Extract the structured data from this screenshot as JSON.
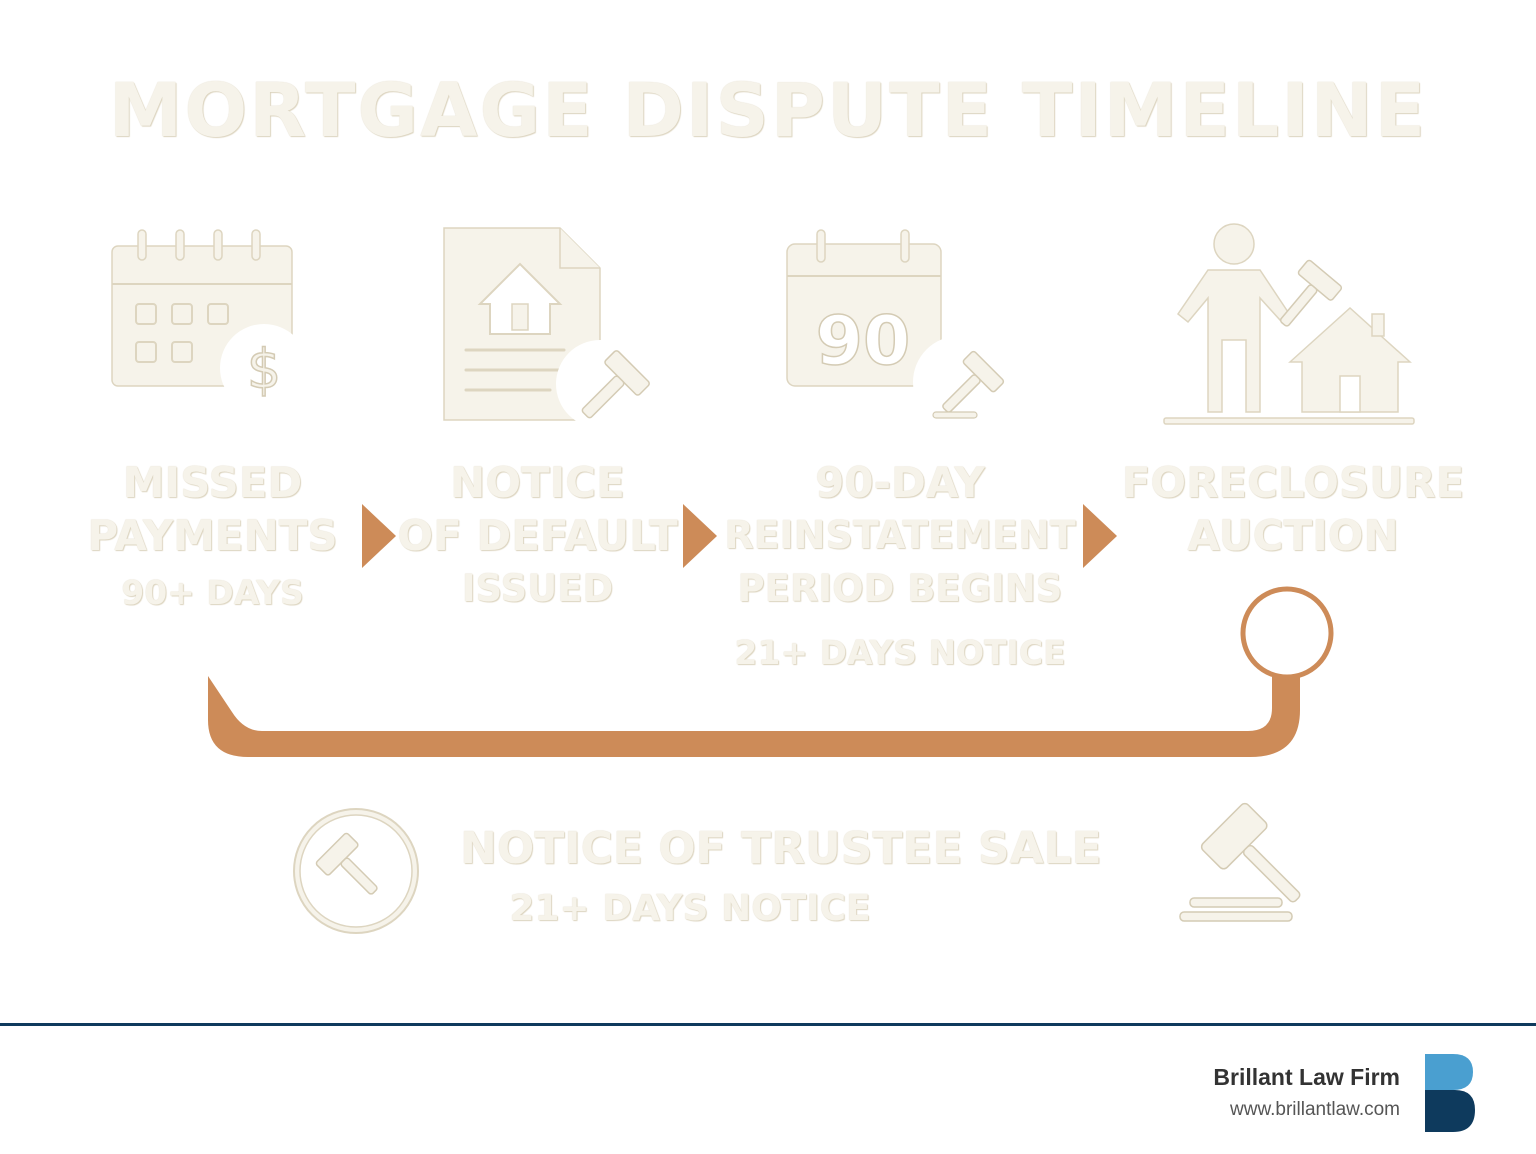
{
  "title": "MORTGAGE DISPUTE TIMELINE",
  "steps": [
    {
      "line1": "MISSED",
      "line2": "PAYMENTS",
      "line3": "",
      "sub": "90+ DAYS",
      "icon": "calendar-dollar-icon"
    },
    {
      "line1": "NOTICE",
      "line2": "OF DEFAULT",
      "line3": "ISSUED",
      "sub": "",
      "icon": "document-house-gavel-icon"
    },
    {
      "line1": "90-DAY",
      "line2": "REINSTATEMENT",
      "line3": "PERIOD BEGINS",
      "sub": "21+ DAYS NOTICE",
      "icon": "calendar-90-gavel-icon",
      "calendar_number": "90"
    },
    {
      "line1": "FORECLOSURE",
      "line2": "AUCTION",
      "line3": "",
      "sub": "",
      "icon": "auctioneer-house-icon"
    }
  ],
  "trustee": {
    "label": "NOTICE OF TRUSTEE SALE",
    "sub": "21+ DAYS NOTICE"
  },
  "colors": {
    "accent": "#cd8b58",
    "emboss": "#f6f3ea",
    "footer_line": "#0e3a5d",
    "logo_light": "#4a9fd0",
    "logo_dark": "#0e3a5d"
  },
  "footer": {
    "firm_name": "Brillant Law Firm",
    "url": "www.brillantlaw.com"
  }
}
